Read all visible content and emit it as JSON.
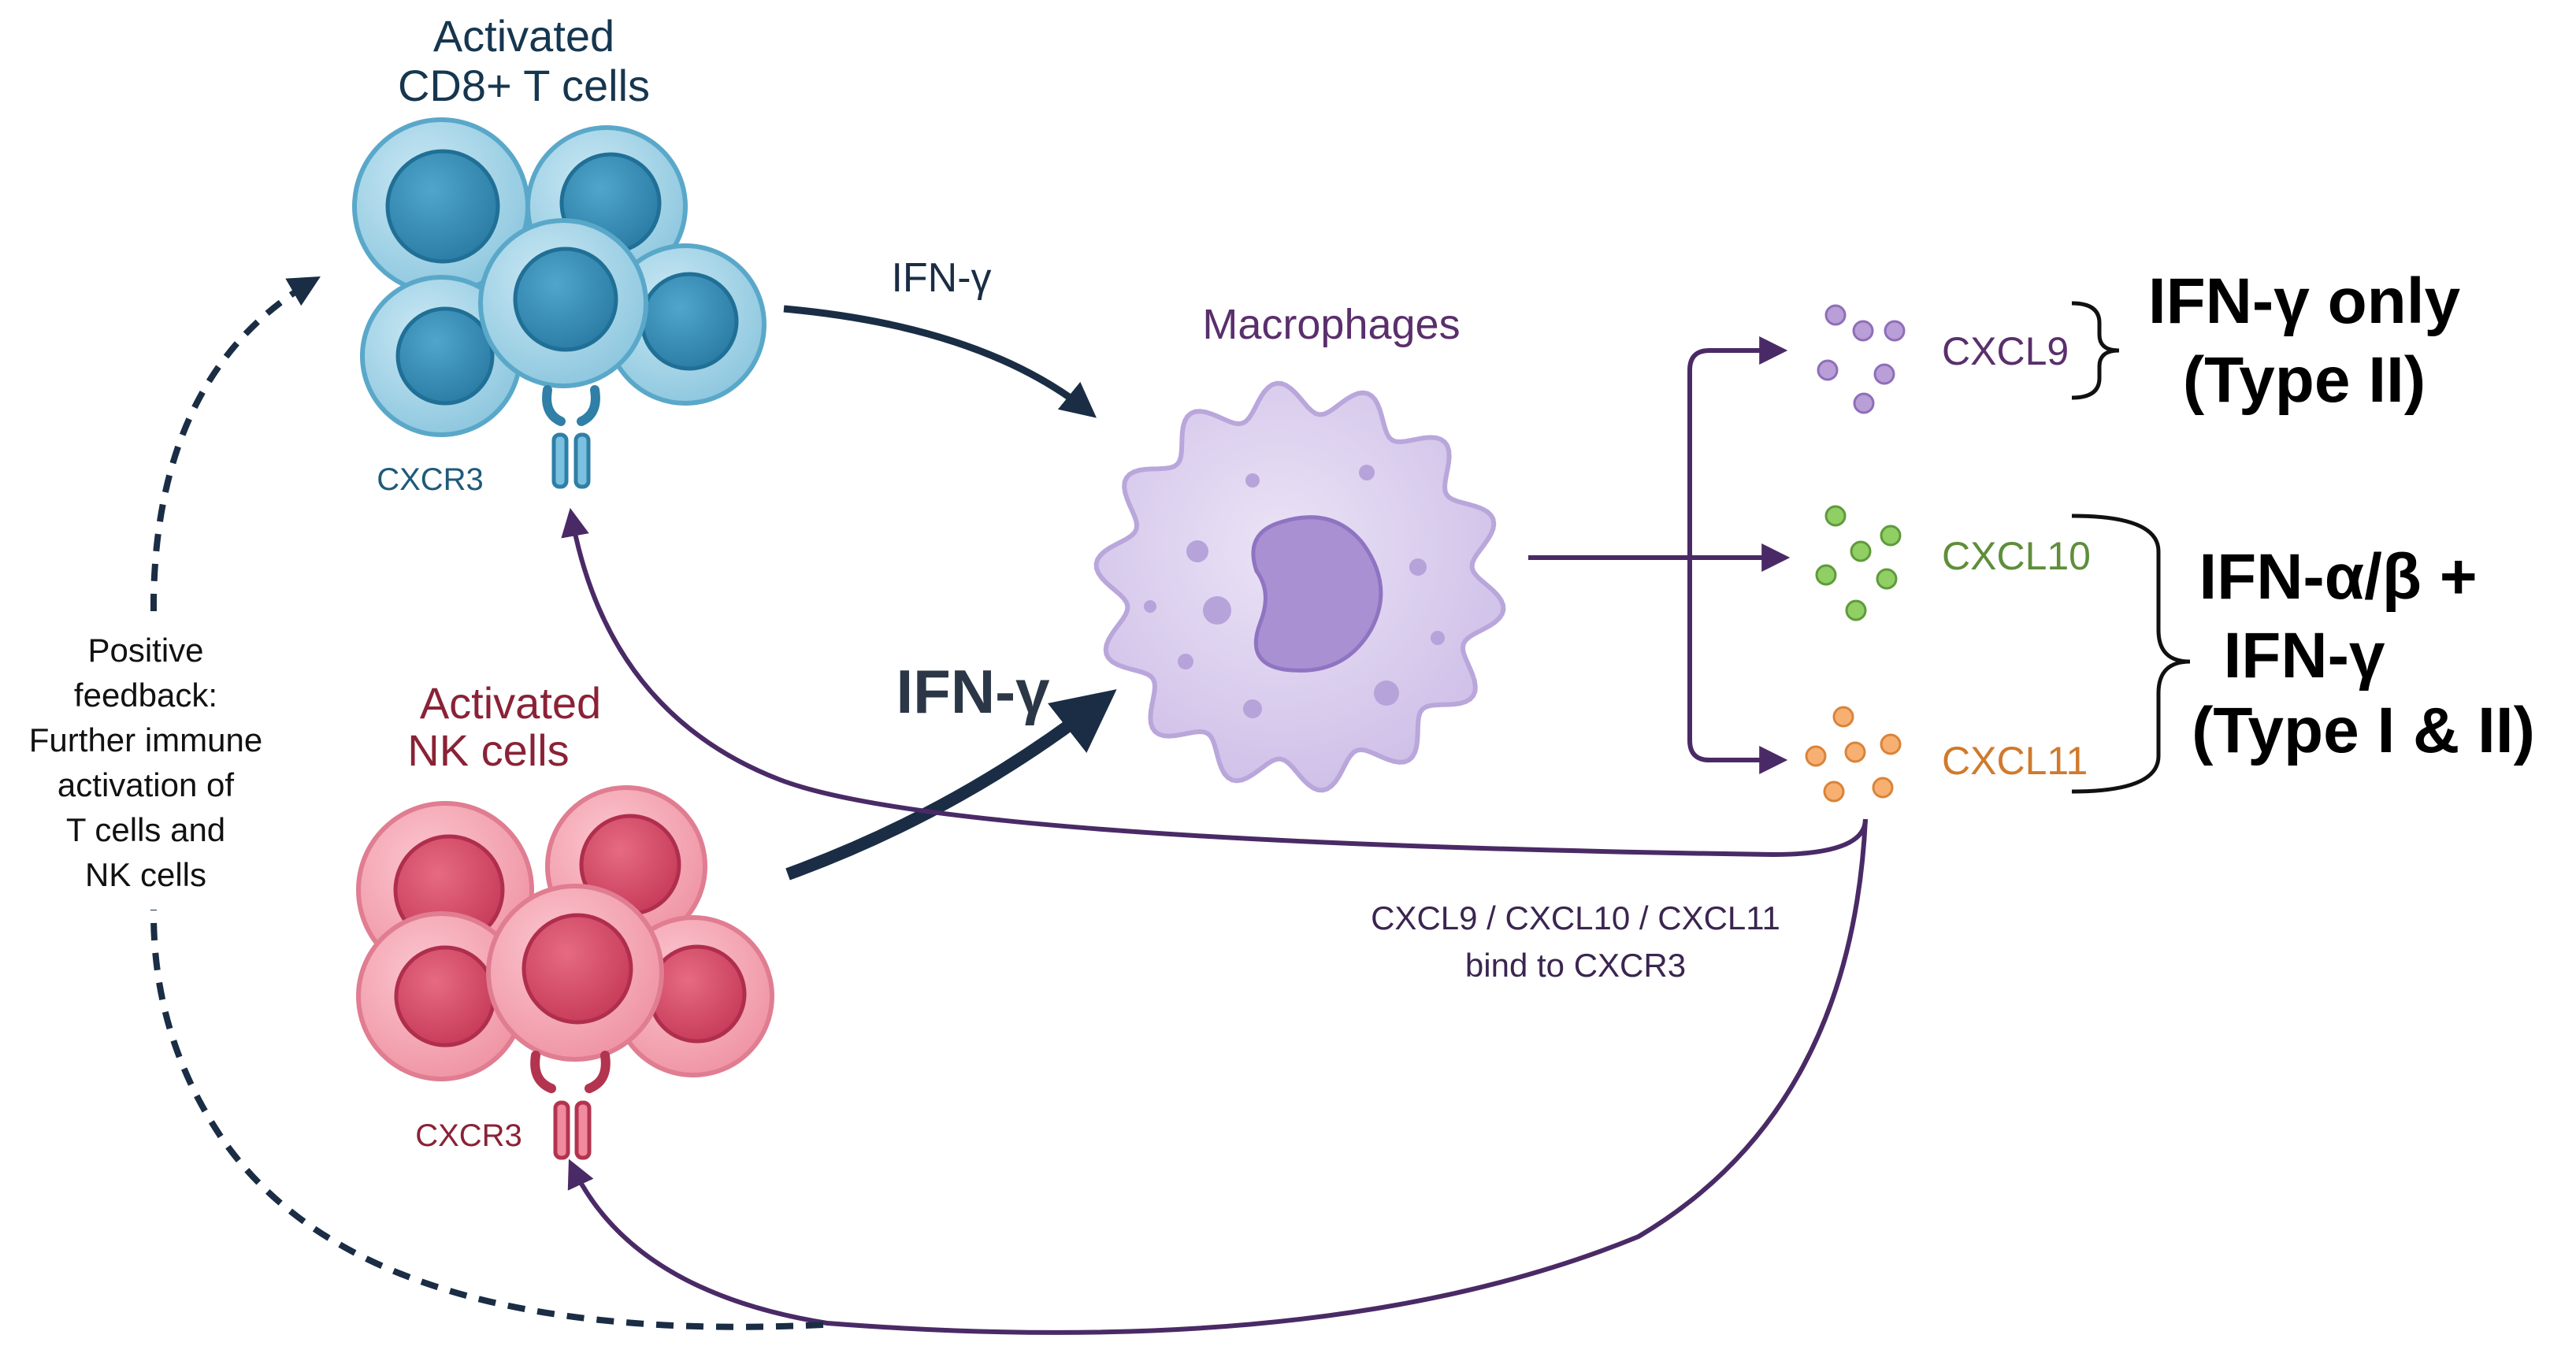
{
  "cells": {
    "tcells_label": [
      "Activated",
      "CD8+ T cells"
    ],
    "nkcells_label": [
      "Activated",
      "NK cells"
    ],
    "macrophage_label": "Macrophages",
    "tcell_receptor_label": "CXCR3",
    "nkcell_receptor_label": "CXCR3"
  },
  "signals": {
    "ifn_from_tcells": "IFN-γ",
    "ifn_from_nkcells": "IFN-γ"
  },
  "chemokines": [
    {
      "name": "CXCL9",
      "color": "#9d7fc0"
    },
    {
      "name": "CXCL10",
      "color": "#7bbf52"
    },
    {
      "name": "CXCL11",
      "color": "#f2a257"
    }
  ],
  "induction": {
    "type2": [
      "IFN-γ only",
      "(Type II)"
    ],
    "type12": [
      "IFN-α/β +",
      "IFN-γ",
      "(Type I & II)"
    ]
  },
  "binding_label": [
    "CXCL9 / CXCL10 / CXCL11",
    "bind to CXCR3"
  ],
  "feedback_label": [
    "Positive",
    "feedback:",
    "Further immune",
    "activation of",
    "T cells and",
    "NK cells"
  ],
  "colors": {
    "tcell_fill": "#a9d7ea",
    "tcell_nucleus": "#3a93bb",
    "nkcell_fill": "#f4a9b5",
    "nkcell_nucleus": "#d84d68",
    "macrophage_fill": "#ddd2ef",
    "macrophage_nucleus": "#a88fd0",
    "navy_arrow": "#1a2d45",
    "purple_arrow": "#4a2a66"
  }
}
